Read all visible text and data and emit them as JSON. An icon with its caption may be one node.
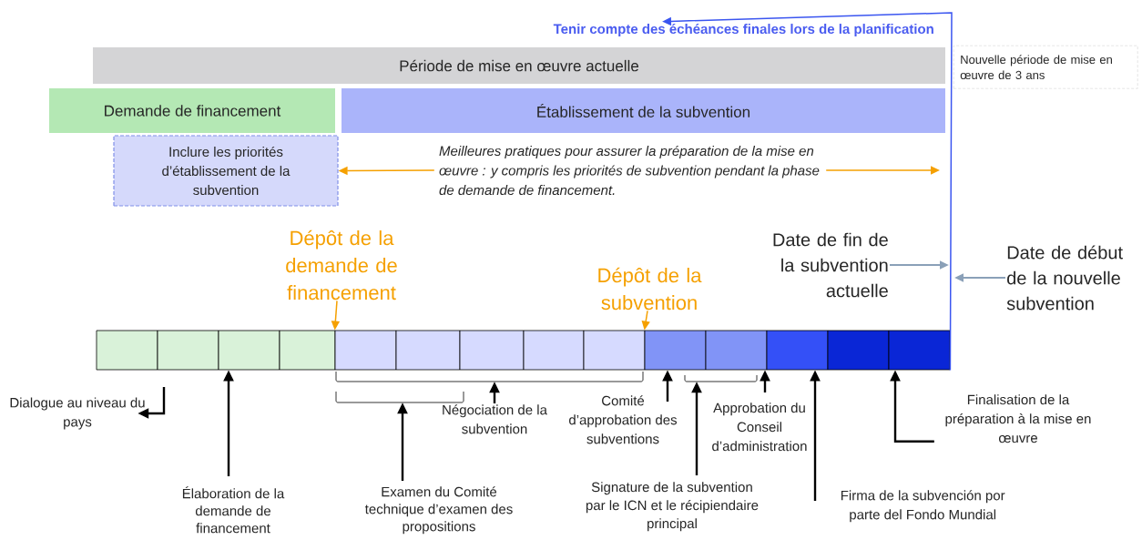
{
  "diagram": {
    "nodes": [
      {
        "text": [
          "Tenir compte des échéances finales lors de la planification"
        ]
      },
      {
        "text": [
          "Période de mise en œuvre actuelle"
        ]
      },
      {
        "text": [
          "Nouvelle période de mise en œuvre de 3 ans"
        ]
      },
      {
        "text": [
          "Demande de financement"
        ]
      },
      {
        "text": [
          "Établissement de la subvention"
        ]
      },
      {
        "text": [
          "Inclure les priorités d’établissement de la subvention"
        ]
      },
      {
        "text": [
          "Meilleures pratiques pour assurer la préparation de la mise en œuvre : y compris les priorités de subvention pendant la phase de demande de financement."
        ]
      },
      {
        "text": [
          "Dépôt de la demande de financement"
        ]
      },
      {
        "text": [
          "Date de fin de la subvention actuelle"
        ]
      },
      {
        "text": [
          "Date de début de la nouvelle subvention"
        ]
      },
      {
        "text": [
          "Dépôt de la subvention"
        ]
      },
      {
        "text": [],
        "shape": "box"
      },
      {
        "text": [],
        "shape": "box"
      },
      {
        "text": [],
        "shape": "box"
      },
      {
        "text": [],
        "shape": "box"
      },
      {
        "text": [],
        "shape": "box"
      },
      {
        "text": [],
        "shape": "box"
      },
      {
        "text": [],
        "shape": "box"
      },
      {
        "text": [],
        "shape": "box"
      },
      {
        "text": [],
        "shape": "box"
      },
      {
        "text": [],
        "shape": "box"
      },
      {
        "text": [],
        "shape": "box"
      },
      {
        "text": [],
        "shape": "box"
      },
      {
        "text": [],
        "shape": "box"
      },
      {
        "text": [],
        "shape": "box"
      },
      {
        "text": [
          "Dialogue au niveau du pays"
        ]
      },
      {
        "text": [
          "Comité d’approbation des subventions"
        ]
      },
      {
        "text": [
          "Approbation du Conseil d’administration"
        ]
      },
      {
        "text": [
          "Finalisation de la préparation à la mise en œuvre"
        ]
      },
      {
        "text": [
          "Négociation de la subvention"
        ]
      },
      {
        "text": [
          "Élaboration de la demande de financement"
        ]
      },
      {
        "text": [
          "Examen du Comité technique d’examen des propositions"
        ]
      },
      {
        "text": [
          "Signature de la subvention par le ICN et le récipiendaire principal"
        ]
      },
      {
        "text": [
          "Firma de la subvención por parte del Fondo Mundial"
        ]
      },
      {
        "text": [],
        "shape": "bar"
      },
      {
        "text": [],
        "shape": "bar"
      },
      {
        "text": [],
        "shape": "bar"
      }
    ],
    "edges": [
      {
        "from": 24,
        "to": 0,
        "arrow": "to",
        "color": "#3a55f0"
      },
      {
        "from": 6,
        "to": 5,
        "arrow": "to",
        "color": "#f5a000"
      },
      {
        "from": 6,
        "to": null,
        "arrow": "to",
        "color": "#f5a000"
      },
      {
        "from": 7,
        "to": 15,
        "arrow": "to",
        "color": "#f5a000"
      },
      {
        "from": 10,
        "to": 20,
        "arrow": "to",
        "color": "#f5a000"
      },
      {
        "from": 8,
        "to": null,
        "arrow": "to",
        "color": "#8aa0b8"
      },
      {
        "from": 9,
        "to": null,
        "arrow": "to",
        "color": "#8aa0b8"
      },
      {
        "from": null,
        "to": 25,
        "arrow": "to"
      },
      {
        "from": 30,
        "to": 13,
        "arrow": "to"
      },
      {
        "from": 29,
        "to": 34,
        "arrow": "to"
      },
      {
        "from": 31,
        "to": 35,
        "arrow": "to"
      },
      {
        "from": 26,
        "to": 20,
        "arrow": "to"
      },
      {
        "from": 32,
        "to": 36,
        "arrow": "to"
      },
      {
        "from": 27,
        "to": 21,
        "arrow": "to"
      },
      {
        "from": 33,
        "to": 22,
        "arrow": "to"
      },
      {
        "from": 28,
        "to": 24,
        "arrow": "to"
      }
    ]
  }
}
